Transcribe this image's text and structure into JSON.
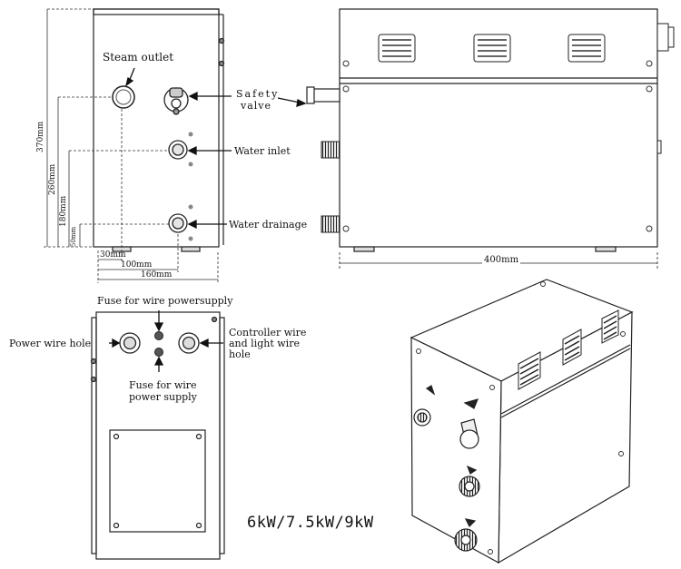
{
  "labels": {
    "steam_outlet": "Steam outlet",
    "safety_valve_line1": "Safety",
    "safety_valve_line2": "valve",
    "water_inlet": "Water inlet",
    "water_drainage": "Water drainage",
    "fuse_top": "Fuse for wire powersupply",
    "fuse_bottom_line1": "Fuse for wire",
    "fuse_bottom_line2": "power supply",
    "power_wire_hole": "Power wire hole",
    "controller_line1": "Controller  wire",
    "controller_line2": "and  light  wire",
    "controller_line3": "hole",
    "model": "6kW/7.5kW/9kW"
  },
  "dimensions": {
    "h370": "370mm",
    "h260": "260mm",
    "h180": "180mm",
    "h50": "50mm",
    "w30": "30mm",
    "w100": "100mm",
    "w160": "160mm",
    "w400": "400mm"
  }
}
